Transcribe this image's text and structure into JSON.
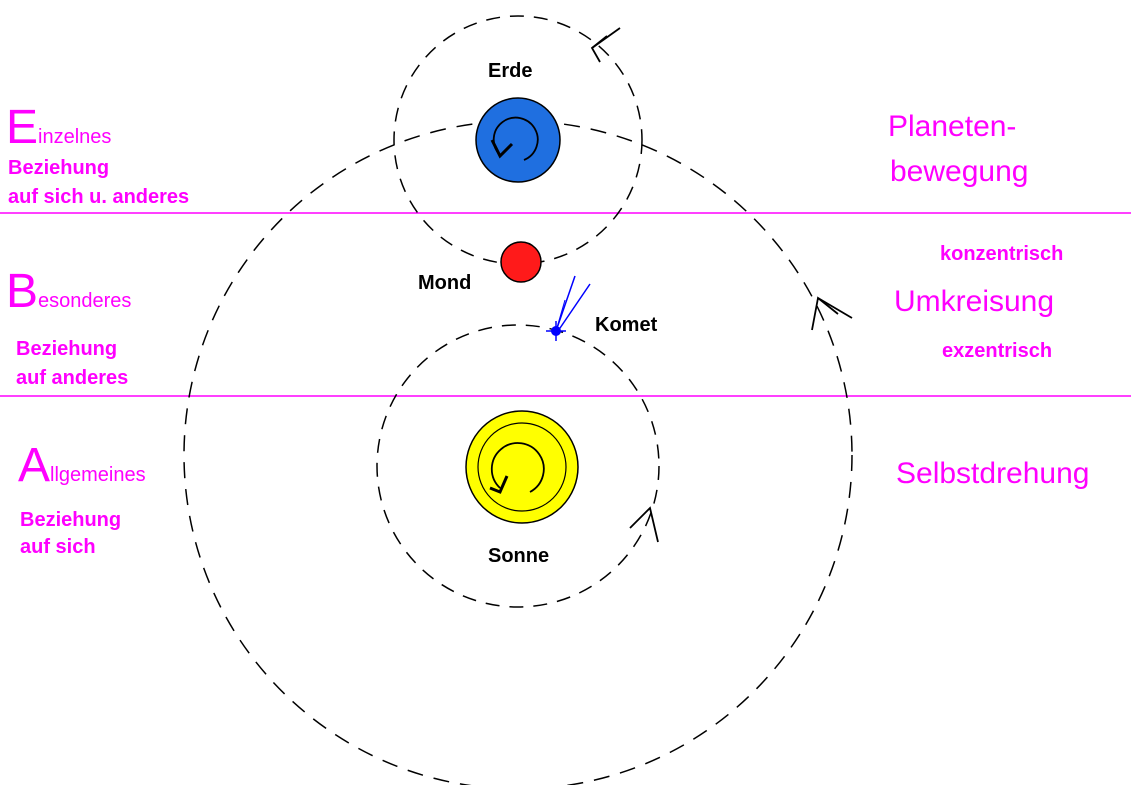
{
  "left": {
    "einzelnes": {
      "initial": "E",
      "rest": "inzelnes",
      "sub1": "Beziehung",
      "sub2": "auf sich u. anderes"
    },
    "besonderes": {
      "initial": "B",
      "rest": "esonderes",
      "sub1": "Beziehung",
      "sub2": "auf anderes"
    },
    "allgemeines": {
      "initial": "A",
      "rest": "llgemeines",
      "sub1": "Beziehung",
      "sub2": "auf sich"
    }
  },
  "right": {
    "planeten1": "Planeten-",
    "planeten2": "bewegung",
    "konzentrisch": "konzentrisch",
    "umkreisung": "Umkreisung",
    "exzentrisch": "exzentrisch",
    "selbstdrehung": "Selbstdrehung"
  },
  "bodies": {
    "erde": "Erde",
    "mond": "Mond",
    "komet": "Komet",
    "sonne": "Sonne"
  },
  "colors": {
    "magenta": "#ff00ff",
    "earth": "#1f6fe0",
    "moon": "#ff1a1a",
    "sun": "#ffff00",
    "comet": "#0000ff"
  }
}
